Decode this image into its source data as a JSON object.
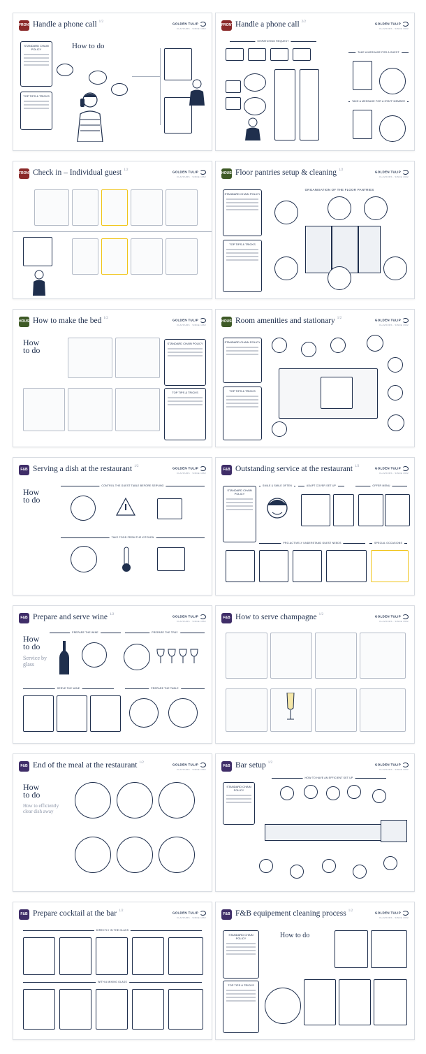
{
  "brand": {
    "name": "GOLDEN TULIP",
    "tagline": "FLAVOURS · SINCE 1962"
  },
  "colors": {
    "navy": "#1f2f4d",
    "front_office": "#8b2a2a",
    "housekeeping": "#3e5a26",
    "fnb": "#3f2d68",
    "accent": "#f0c419"
  },
  "cards": [
    {
      "dept": "FRONT OFFICE",
      "title": "Handle a phone call",
      "page": "1/2",
      "subtitle": "How to do",
      "policy": "STANDARD CHAIN POLICY",
      "tips": "TOP TIPS & TRICKS"
    },
    {
      "dept": "FRONT OFFICE",
      "title": "Handle a phone call",
      "page": "2/2",
      "sections": [
        "DISPATCHING REQUEST",
        "TAKE A MESSAGE FOR A GUEST",
        "TAKE A MESSAGE FOR A STAFF MEMBER"
      ]
    },
    {
      "dept": "FRONT OFFICE",
      "title": "Check in – Individual guest",
      "page": "1/2"
    },
    {
      "dept": "HOUSEKEEPING",
      "title": "Floor pantries setup & cleaning",
      "page": "1/2",
      "policy": "STANDARD CHAIN POLICY",
      "tips": "TOP TIPS & TRICKS",
      "section": "ORGANISATION OF THE FLOOR PANTRIES"
    },
    {
      "dept": "HOUSEKEEPING",
      "title": "How to make the bed",
      "page": "1/2",
      "subtitle": "How to do",
      "policy": "STANDARD CHAIN POLICY",
      "tips": "TOP TIPS & TRICKS"
    },
    {
      "dept": "HOUSEKEEPING",
      "title": "Room amenities and stationary",
      "page": "1/2",
      "policy": "STANDARD CHAIN POLICY",
      "tips": "TOP TIPS & TRICKS"
    },
    {
      "dept": "F&B",
      "title": "Serving a dish at the restaurant",
      "page": "1/2",
      "subtitle": "How to do",
      "sections": [
        "CONTROL THE GUEST TABLE BEFORE SERVING",
        "TAKE FOOD FROM THE KITCHEN"
      ]
    },
    {
      "dept": "F&B",
      "title": "Outstanding service at the restaurant",
      "page": "1/2",
      "policy": "STANDARD CHAIN POLICY",
      "sections": [
        "SMILE & SMILE OFTEN",
        "ADAPT COVER SET UP",
        "OFFER MENU",
        "PRO-ACTIVELY UNDERSTAND GUEST NEEDS",
        "SPECIAL OCCASIONS"
      ]
    },
    {
      "dept": "F&B",
      "title": "Prepare and serve wine",
      "page": "1/2",
      "subtitle": "How to do",
      "subtitle2": "Service by glass",
      "sections": [
        "PREPARE THE WINE",
        "PREPARE THE TRAY",
        "SERVE THE WINE",
        "PREPARE THE TABLE"
      ]
    },
    {
      "dept": "F&B",
      "title": "How to serve champagne",
      "page": "1/2"
    },
    {
      "dept": "F&B",
      "title": "End of the meal at the restaurant",
      "page": "1/2",
      "subtitle": "How to do",
      "subtitle2": "How to efficiently clear dish away"
    },
    {
      "dept": "F&B",
      "title": "Bar setup",
      "page": "1/2",
      "policy": "STANDARD CHAIN POLICY",
      "section": "HOW TO HAVE AN EFFICIENT SET UP"
    },
    {
      "dept": "F&B",
      "title": "Prepare cocktail at the bar",
      "page": "1/2",
      "sections": [
        "DIRECTLY IN THE GLASS",
        "WITH A MIXING GLASS"
      ]
    },
    {
      "dept": "F&B",
      "title": "F&B equipement cleaning process",
      "page": "1/2",
      "subtitle": "How to do",
      "policy": "STANDARD CHAIN POLICY",
      "tips": "TOP TIPS & TRICKS"
    }
  ]
}
